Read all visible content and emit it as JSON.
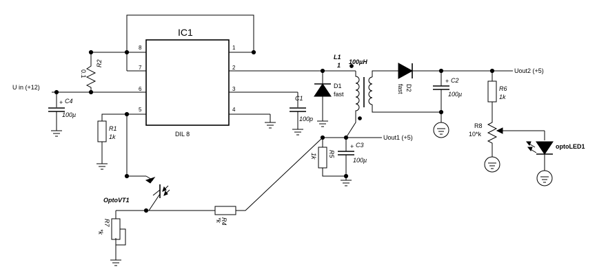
{
  "ic": {
    "name": "IC1",
    "package": "DIL 8",
    "pins": [
      "1",
      "2",
      "3",
      "4",
      "5",
      "6",
      "7",
      "8"
    ]
  },
  "inputs": {
    "uin": "U in (+12)"
  },
  "outputs": {
    "uout1": "Uout1 (+5)",
    "uout2": "Uout2 (+5)"
  },
  "components": {
    "r1": {
      "ref": "R1",
      "value": "1k"
    },
    "r2": {
      "ref": "R2",
      "value": "0.1"
    },
    "r4": {
      "ref": "R4",
      "value": "*k"
    },
    "r5": {
      "ref": "R5",
      "value": "1k"
    },
    "r6": {
      "ref": "R6",
      "value": "1k"
    },
    "r7": {
      "ref": "R7",
      "value": "*k"
    },
    "r8": {
      "ref": "R8",
      "value": "10*k"
    },
    "c1": {
      "ref": "C1",
      "value": "100p"
    },
    "c2": {
      "ref": "C2",
      "value": "100µ"
    },
    "c3": {
      "ref": "C3",
      "value": "100µ"
    },
    "c4": {
      "ref": "C4",
      "value": "100µ"
    },
    "d1": {
      "ref": "D1",
      "value": "fast"
    },
    "d2": {
      "ref": "D2",
      "value": "fast"
    },
    "l1": {
      "ref": "L1",
      "turns": "1",
      "value": "100µH"
    },
    "optovt1": {
      "ref": "OptoVT1"
    },
    "optoled1": {
      "ref": "optoLED1"
    }
  }
}
